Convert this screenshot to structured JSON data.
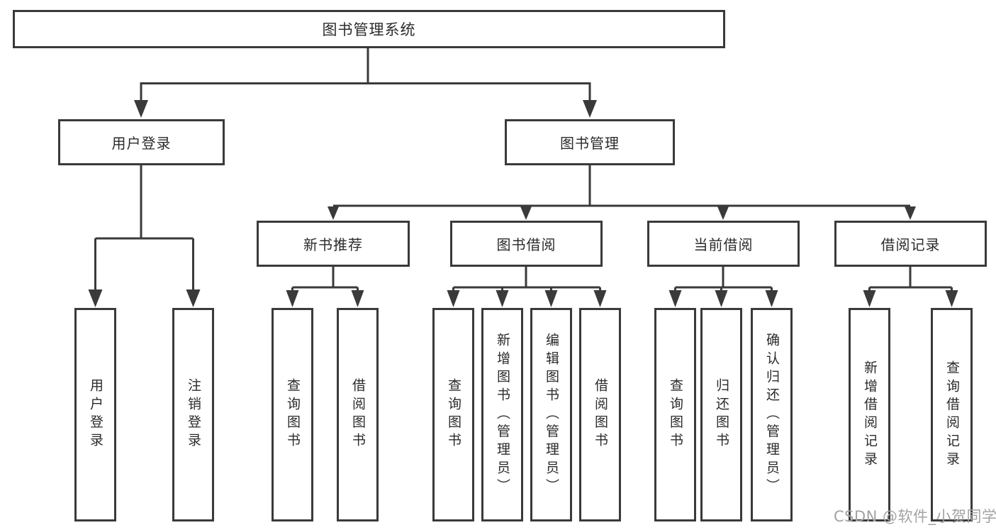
{
  "tree": {
    "root": "图书管理系统",
    "branches": [
      {
        "label": "用户登录",
        "children": [
          "用户登录",
          "注销登录"
        ]
      },
      {
        "label": "图书管理",
        "groups": [
          {
            "label": "新书推荐",
            "children": [
              "查询图书",
              "借阅图书"
            ]
          },
          {
            "label": "图书借阅",
            "children": [
              "查询图书",
              "新增图书（管理员）",
              "编辑图书（管理员）",
              "借阅图书"
            ]
          },
          {
            "label": "当前借阅",
            "children": [
              "查询图书",
              "归还图书",
              "确认归还（管理员）"
            ]
          },
          {
            "label": "借阅记录",
            "children": [
              "新增借阅记录",
              "查询借阅记录"
            ]
          }
        ]
      }
    ]
  },
  "watermark": "CSDN @软件_小贺同学",
  "colors": {
    "line": "#3a3a3a",
    "box_border": "#3a3a3a",
    "box_fill": "#ffffff",
    "text": "#2b2b2b",
    "watermark": "#a3a3a3",
    "background": "#ffffff"
  }
}
